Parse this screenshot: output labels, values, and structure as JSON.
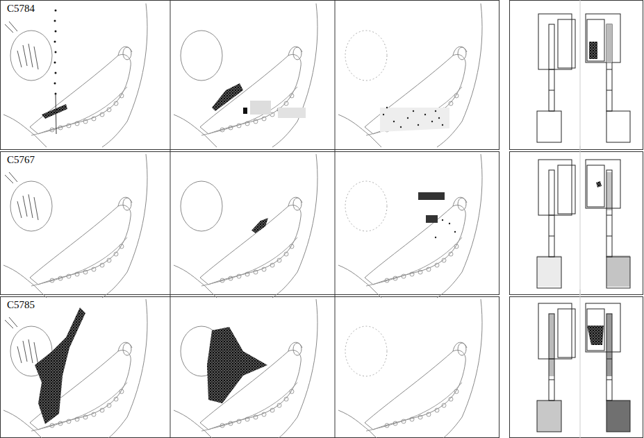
{
  "diagram": {
    "labels": [
      "C5784",
      "C5767",
      "C5785"
    ]
  }
}
